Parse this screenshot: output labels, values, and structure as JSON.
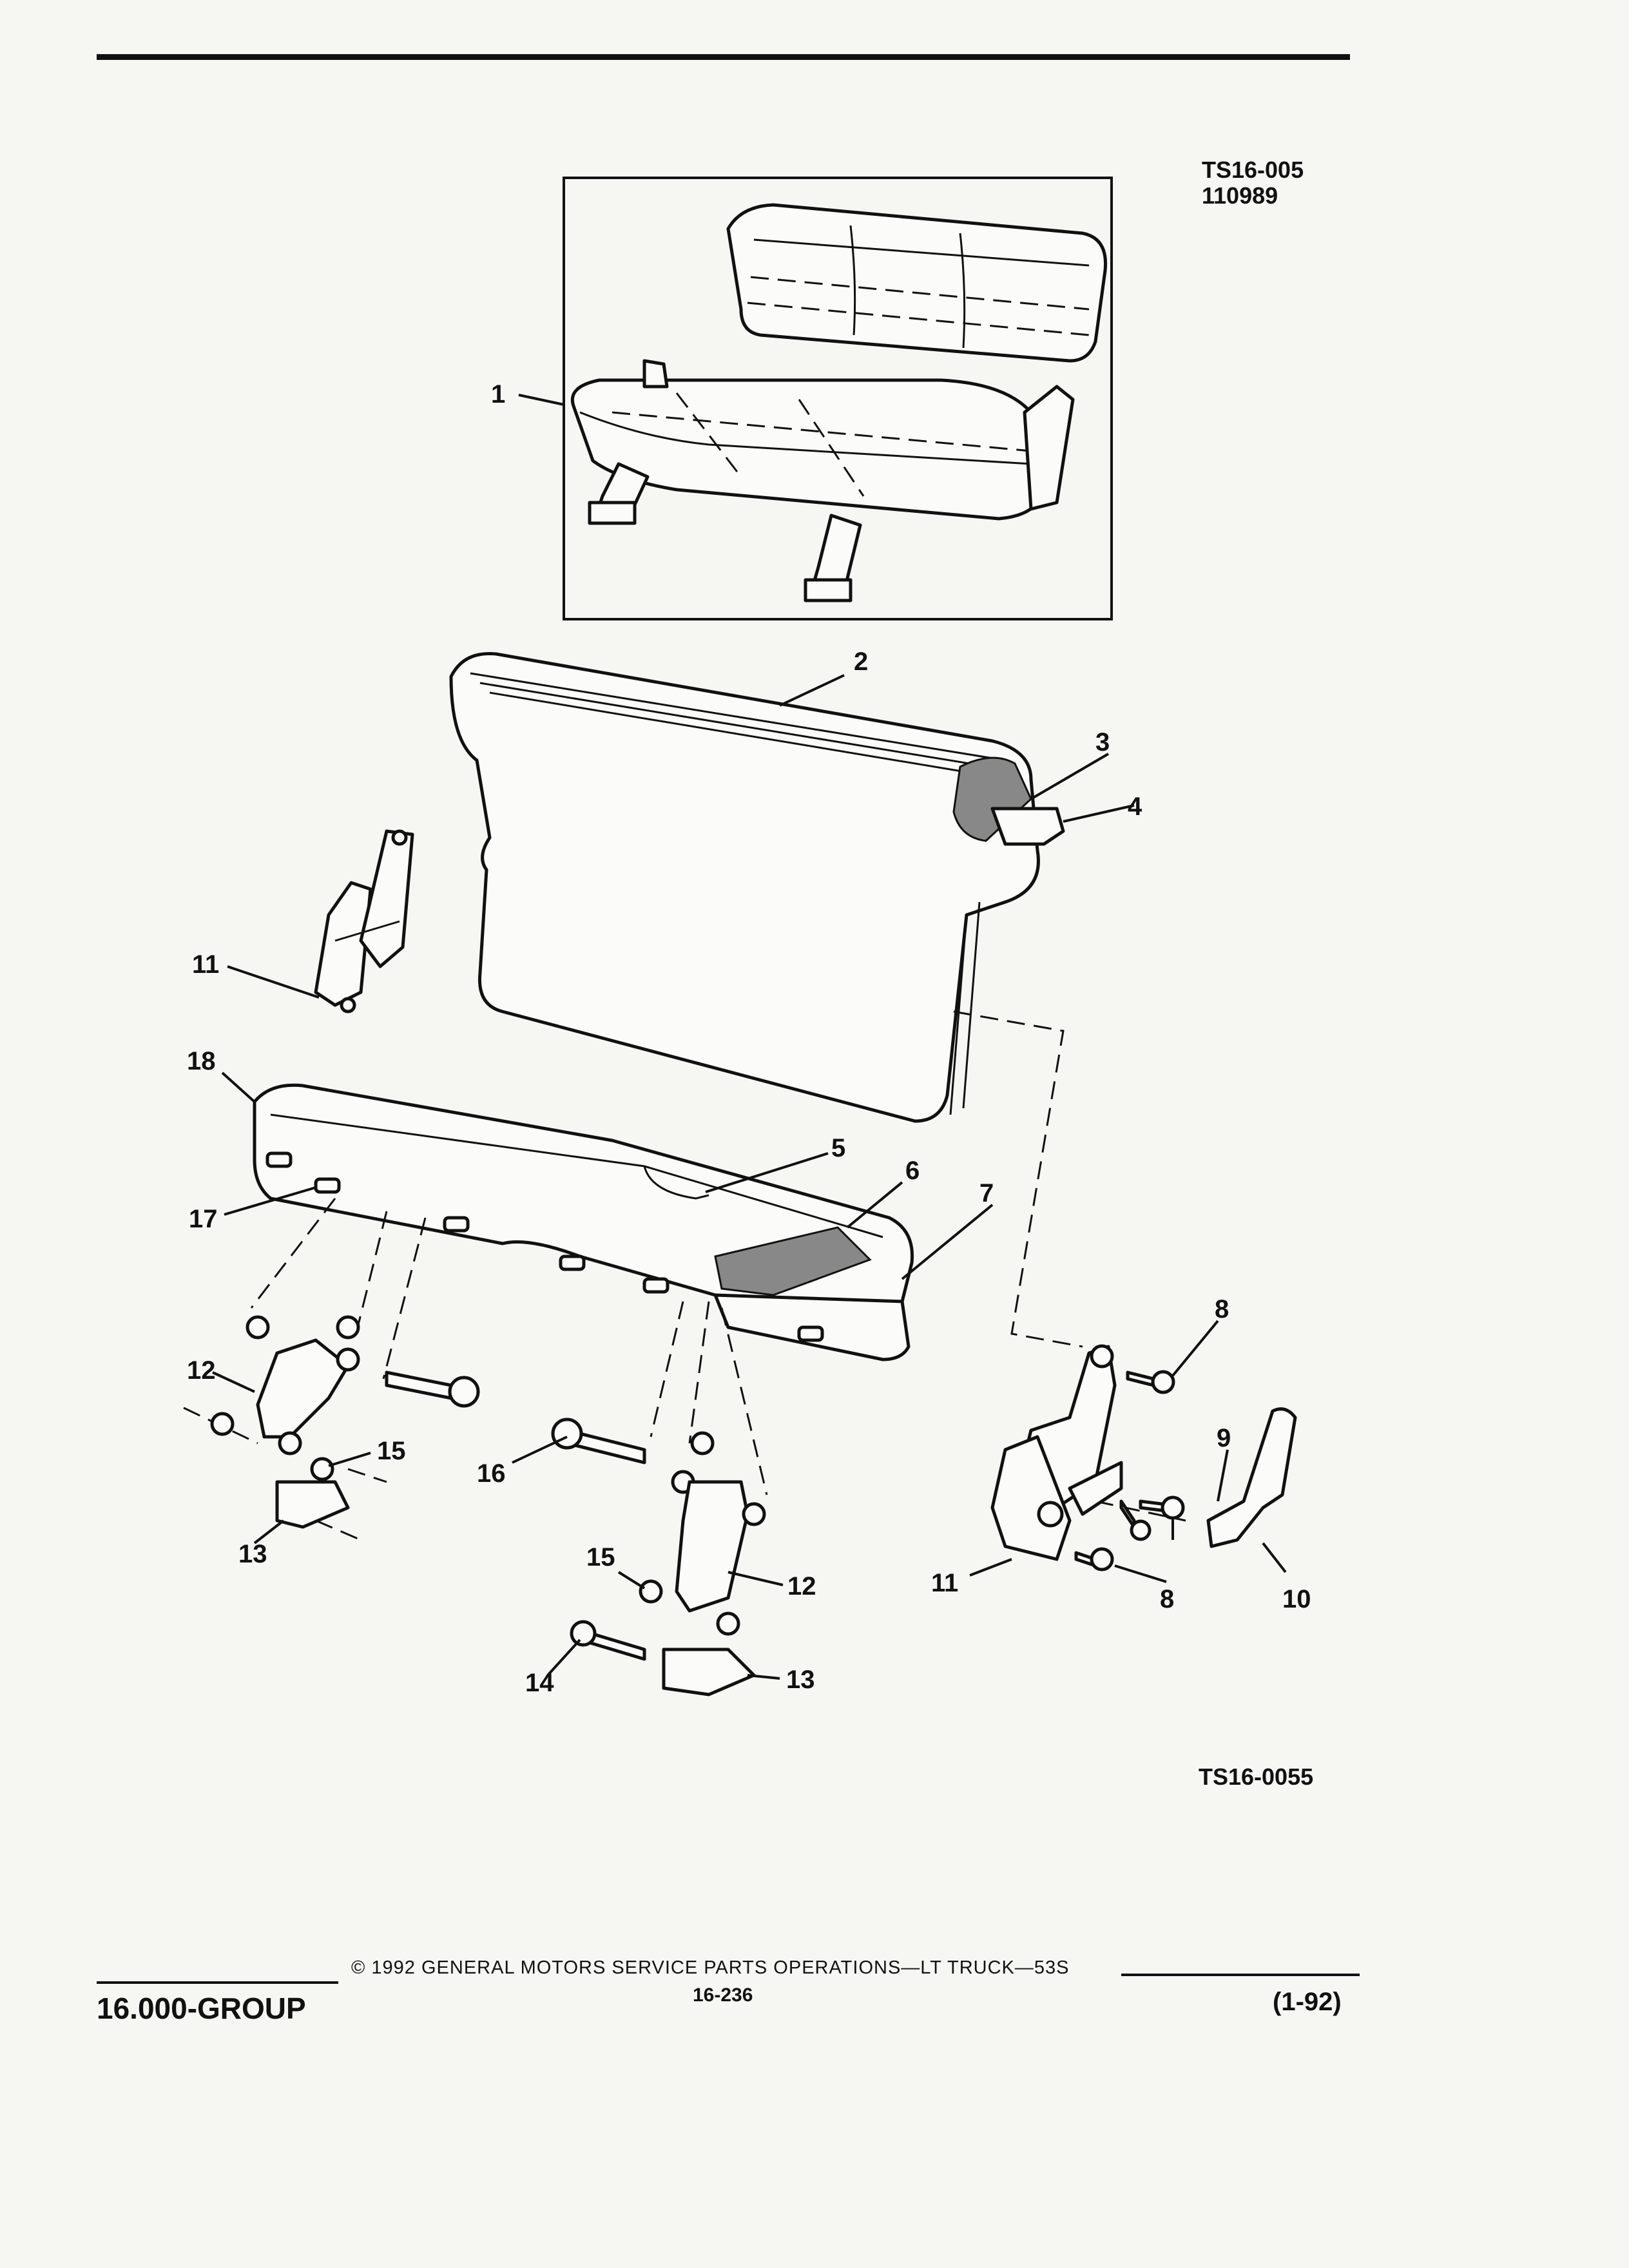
{
  "header": {
    "ref_code": "TS16-005",
    "ref_date": "110989"
  },
  "figure": {
    "code": "TS16-0055",
    "callouts": {
      "c1": "1",
      "c2": "2",
      "c3": "3",
      "c4": "4",
      "c5": "5",
      "c6": "6",
      "c7": "7",
      "c8a": "8",
      "c8b": "8",
      "c9": "9",
      "c10": "10",
      "c11a": "11",
      "c11b": "11",
      "c12a": "12",
      "c12b": "12",
      "c13a": "13",
      "c13b": "13",
      "c14": "14",
      "c15a": "15",
      "c15b": "15",
      "c16": "16",
      "c17": "17",
      "c18": "18"
    }
  },
  "footer": {
    "copyright": "© 1992 GENERAL MOTORS SERVICE PARTS OPERATIONS—LT TRUCK—53S",
    "group": "16.000-GROUP",
    "page": "16-236",
    "date": "(1-92)"
  }
}
